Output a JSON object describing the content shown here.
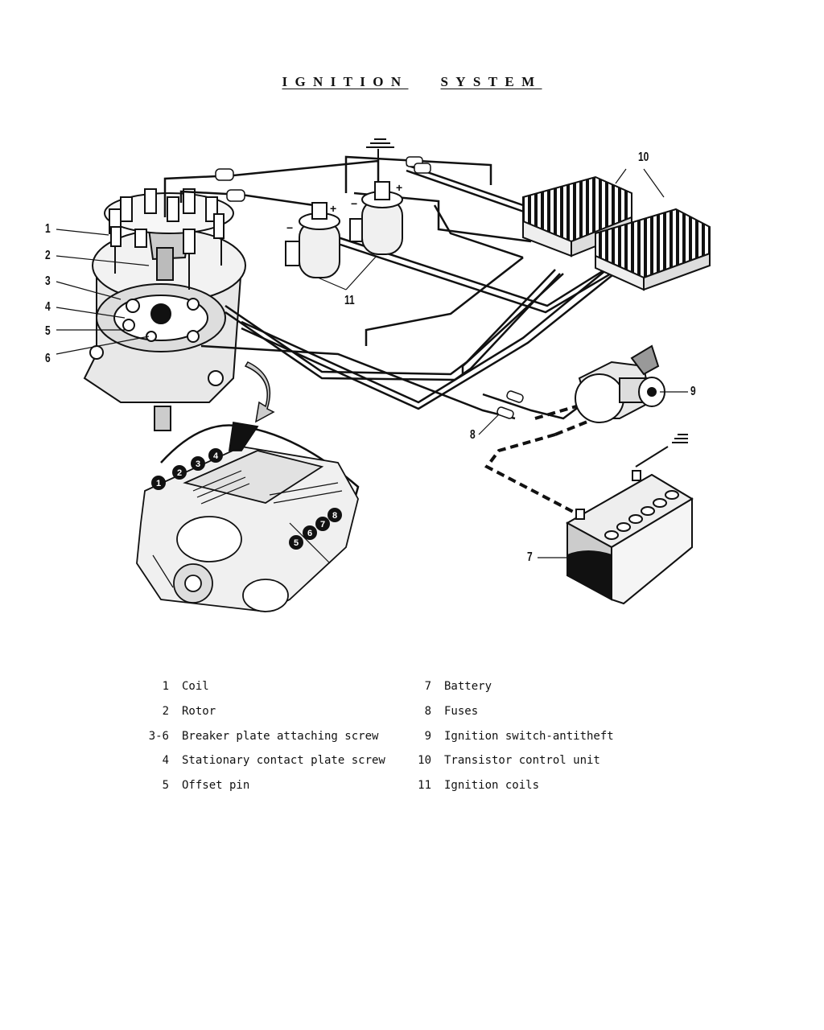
{
  "title": {
    "word1": "IGNITION",
    "word2": "SYSTEM"
  },
  "callouts": [
    "1",
    "2",
    "3",
    "4",
    "5",
    "6",
    "7",
    "8",
    "9",
    "10",
    "11"
  ],
  "engine_markers": [
    "1",
    "2",
    "3",
    "4",
    "5",
    "6",
    "7",
    "8"
  ],
  "terminal_marks": {
    "plus": "+",
    "minus": "−"
  },
  "legend": {
    "left": [
      {
        "num": "1",
        "text": "Coil"
      },
      {
        "num": "2",
        "text": "Rotor"
      },
      {
        "num": "3-6",
        "text": "Breaker plate attaching screw"
      },
      {
        "num": "4",
        "text": "Stationary contact plate screw"
      },
      {
        "num": "5",
        "text": "Offset pin"
      }
    ],
    "right": [
      {
        "num": "7",
        "text": "Battery"
      },
      {
        "num": "8",
        "text": "Fuses"
      },
      {
        "num": "9",
        "text": "Ignition switch-antitheft"
      },
      {
        "num": "10",
        "text": "Transistor control unit"
      },
      {
        "num": "11",
        "text": "Ignition coils"
      }
    ]
  }
}
